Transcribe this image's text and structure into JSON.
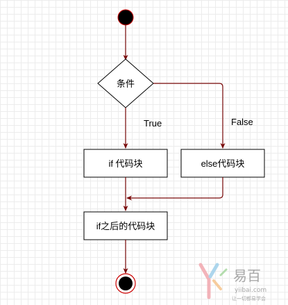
{
  "diagram": {
    "condition_label": "条件",
    "true_label": "True",
    "false_label": "False",
    "if_block_label": "if 代码块",
    "else_block_label": "else代码块",
    "after_block_label": "if之后的代码块"
  },
  "watermark": {
    "brand_cn": "易百",
    "url": "yiibai.com",
    "slogan": "让一切都易学会"
  },
  "colors": {
    "arrow": "#7a0a0a",
    "start_ring": "#cc0000",
    "node_fill": "#000000",
    "box_stroke": "#000000"
  }
}
